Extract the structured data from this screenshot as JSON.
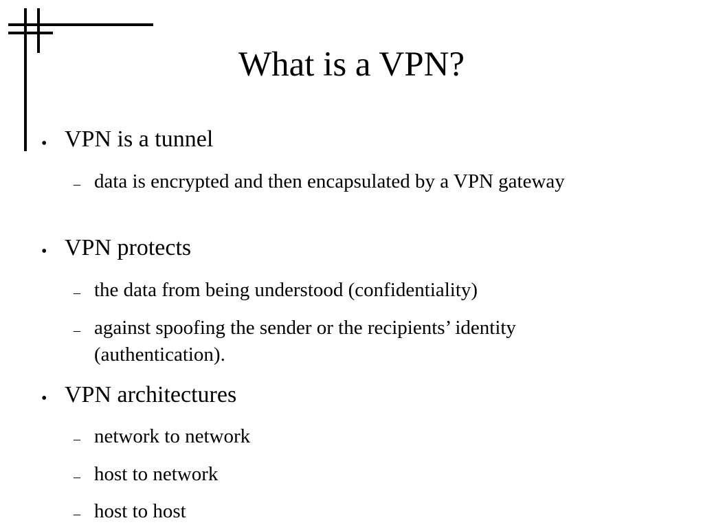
{
  "slide": {
    "title": "What is a VPN?",
    "items": [
      {
        "text": "VPN is a tunnel",
        "children": [
          "data is encrypted and then encapsulated by a VPN gateway"
        ]
      },
      {
        "text": "VPN protects",
        "children": [
          "the data from being understood (confidentiality)",
          "against spoofing the sender or the recipients’ identity (authentication)."
        ]
      },
      {
        "text": "VPN architectures",
        "children": [
          "network to network",
          "host to network",
          "host to host"
        ]
      }
    ],
    "bullet_glyph": "•",
    "dash_glyph": "–"
  }
}
